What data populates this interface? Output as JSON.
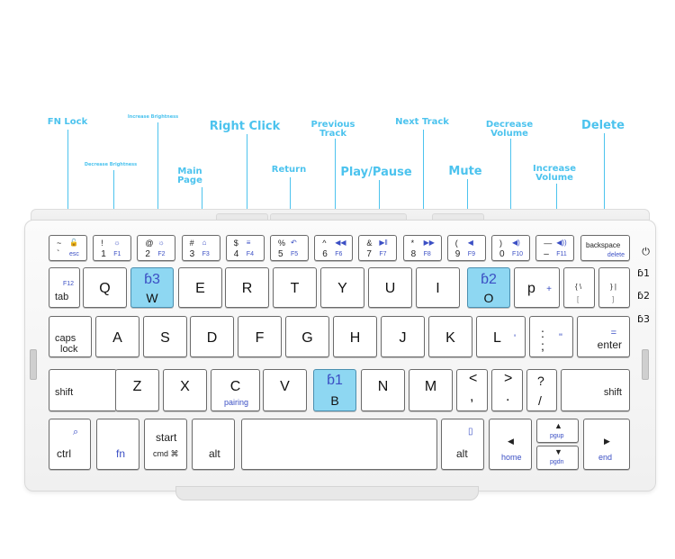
{
  "callouts": {
    "fn_lock": "FN Lock",
    "increase_brightness": "Increase Brightness",
    "decrease_brightness": "Decrease Brightness",
    "right_click": "Right Click",
    "main_page_1": "Main",
    "main_page_2": "Page",
    "previous_track_1": "Previous",
    "previous_track_2": "Track",
    "return": "Return",
    "play_pause": "Play/Pause",
    "next_track": "Next Track",
    "mute": "Mute",
    "decrease_volume_1": "Decrease",
    "decrease_volume_2": "Volume",
    "increase_volume_1": "Increase",
    "increase_volume_2": "Volume",
    "delete": "Delete"
  },
  "colors": {
    "callout": "#4cc3ee",
    "bt_key": "#8ed7f2",
    "fn_blue": "#3b4fc4"
  },
  "fn_row": [
    {
      "top": "~",
      "bottom": "`",
      "fn": "esc",
      "icon": "lock-icon"
    },
    {
      "top": "!",
      "bottom": "1",
      "fn": "F1",
      "icon": "brightness-down-icon"
    },
    {
      "top": "@",
      "bottom": "2",
      "fn": "F2",
      "icon": "brightness-up-icon"
    },
    {
      "top": "#",
      "bottom": "3",
      "fn": "F3",
      "icon": "home-icon"
    },
    {
      "top": "$",
      "bottom": "4",
      "fn": "F4",
      "icon": "menu-icon"
    },
    {
      "top": "%",
      "bottom": "5",
      "fn": "F5",
      "icon": "return-icon"
    },
    {
      "top": "^",
      "bottom": "6",
      "fn": "F6",
      "icon": "previous-track-icon"
    },
    {
      "top": "&",
      "bottom": "7",
      "fn": "F7",
      "icon": "play-pause-icon"
    },
    {
      "top": "*",
      "bottom": "8",
      "fn": "F8",
      "icon": "next-track-icon"
    },
    {
      "top": "(",
      "bottom": "9",
      "fn": "F9",
      "icon": "mute-icon"
    },
    {
      "top": ")",
      "bottom": "0",
      "fn": "F10",
      "icon": "volume-down-icon"
    },
    {
      "top": "—",
      "bottom": "–",
      "fn": "F11",
      "icon": "volume-up-icon"
    }
  ],
  "keys": {
    "backspace": "backspace",
    "delete": "delete",
    "tab": "tab",
    "f12": "F12",
    "q": "Q",
    "w": "W",
    "e": "E",
    "r": "R",
    "t": "T",
    "y": "Y",
    "u": "U",
    "i": "I",
    "o": "O",
    "p": "p",
    "bt1": "ɓ1",
    "bt2": "ɓ2",
    "bt3": "ɓ3",
    "plus": "+",
    "brace_top": "{ \\",
    "brace_bot": "[",
    "brace2_top": "} |",
    "brace2_bot": "]",
    "caps": "caps",
    "lock": "lock",
    "a": "A",
    "s": "S",
    "d": "D",
    "f": "F",
    "g": "G",
    "h": "H",
    "j": "J",
    "k": "K",
    "l": "L",
    "apos": "'",
    "colon": ":",
    "semicolon": ";",
    "quote": "\"",
    "equals": "=",
    "enter": "enter",
    "shift": "shift",
    "z": "Z",
    "x": "X",
    "c": "C",
    "v": "V",
    "b": "B",
    "n": "N",
    "m": "M",
    "pairing": "pairing",
    "lt": "<",
    "comma": ",",
    "gt": ">",
    "period": ".",
    "question": "?",
    "slash": "/",
    "ctrl": "ctrl",
    "fn": "fn",
    "start": "start",
    "cmd": "cmd ⌘",
    "alt": "alt",
    "home": "home",
    "pgup": "pgup",
    "pgdn": "pgdn",
    "end": "end"
  },
  "side_indicators": {
    "power": "⏻",
    "bt1": "ɓ1",
    "bt2": "ɓ2",
    "bt3": "ɓ3"
  }
}
